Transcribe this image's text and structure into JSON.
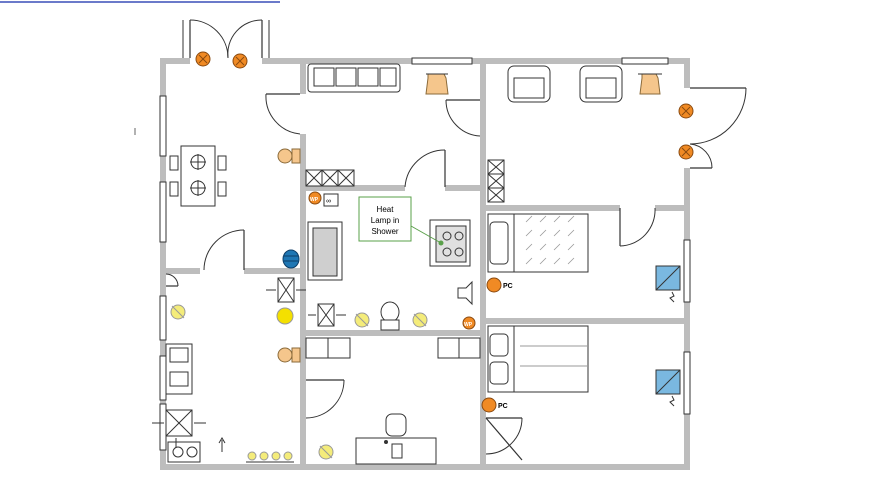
{
  "callout": {
    "line1": "Heat",
    "line2": "Lamp in",
    "line3": "Shower"
  },
  "labels": {
    "wp": "WP",
    "pc": "PC"
  },
  "colors": {
    "wall": "#bdbdbd",
    "light_orange": "#f08a24",
    "light_yellow": "#f4ec7a",
    "fan_blue": "#1f77b4",
    "callout_border": "#5aa04a",
    "link_line": "#3a4fb8"
  },
  "icons": [
    "ceiling-light-icon",
    "wall-light-icon",
    "exhaust-fan-icon",
    "outlet-icon",
    "door-icon",
    "window-icon",
    "sink-icon",
    "toilet-icon",
    "stove-icon",
    "bed-icon",
    "armchair-icon",
    "sofa-icon",
    "table-icon",
    "tv-icon",
    "lamp-icon"
  ]
}
